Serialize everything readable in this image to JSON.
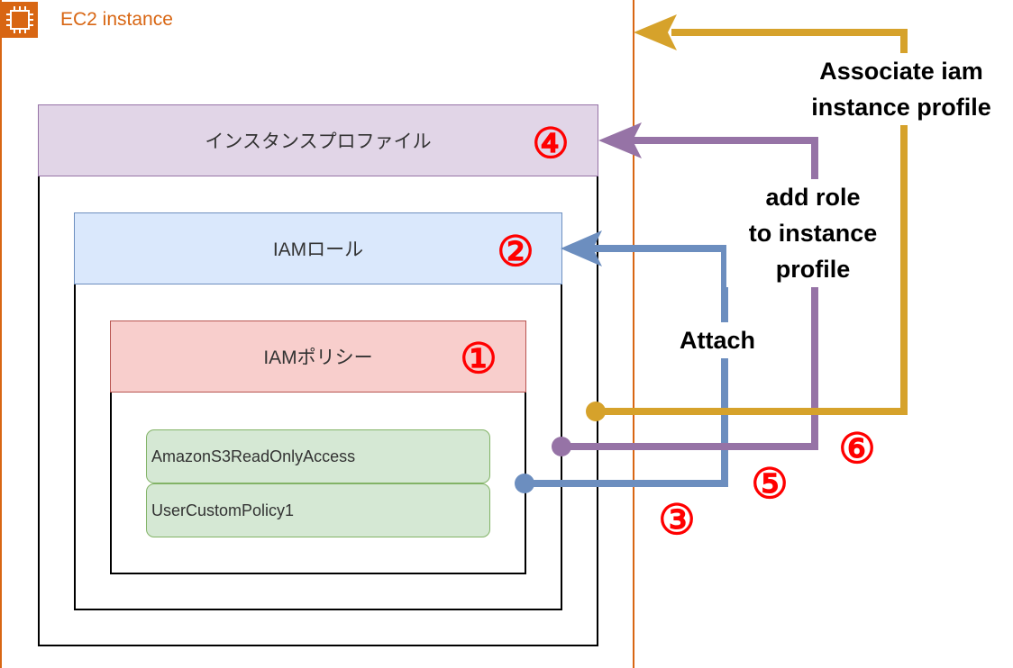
{
  "ec2": {
    "label": "EC2 instance",
    "color": "#d86613"
  },
  "instance_profile": {
    "label": "インスタンスプロファイル",
    "step": "④"
  },
  "iam_role": {
    "label": "IAMロール",
    "step": "②"
  },
  "iam_policy": {
    "label": "IAMポリシー",
    "step": "①"
  },
  "policies": [
    "AmazonS3ReadOnlyAccess",
    "UserCustomPolicy1"
  ],
  "steps": {
    "attach": {
      "label": "Attach",
      "step": "③",
      "color": "#6c8ebf"
    },
    "add_role": {
      "label": "add role\nto instance\nprofile",
      "step": "⑤",
      "color": "#9673a6"
    },
    "associate": {
      "label": "Associate iam\ninstance profile",
      "step": "⑥",
      "color": "#d6a22b"
    }
  }
}
